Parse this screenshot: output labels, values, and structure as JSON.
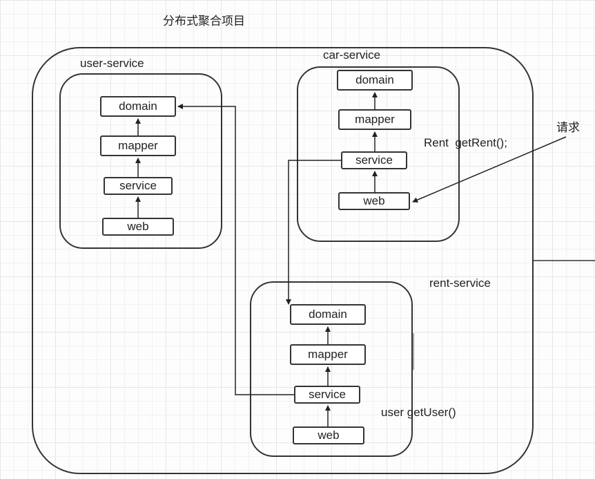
{
  "title": "分布式聚合项目",
  "services": {
    "user": {
      "name": "user-service",
      "layers": [
        "domain",
        "mapper",
        "service",
        "web"
      ]
    },
    "car": {
      "name": "car-service",
      "layers": [
        "domain",
        "mapper",
        "service",
        "web"
      ]
    },
    "rent": {
      "name": "rent-service",
      "layers": [
        "domain",
        "mapper",
        "service",
        "web"
      ]
    }
  },
  "annotations": {
    "request": "请求",
    "car_method": "Rent  getRent();",
    "user_method": "user getUser()"
  }
}
